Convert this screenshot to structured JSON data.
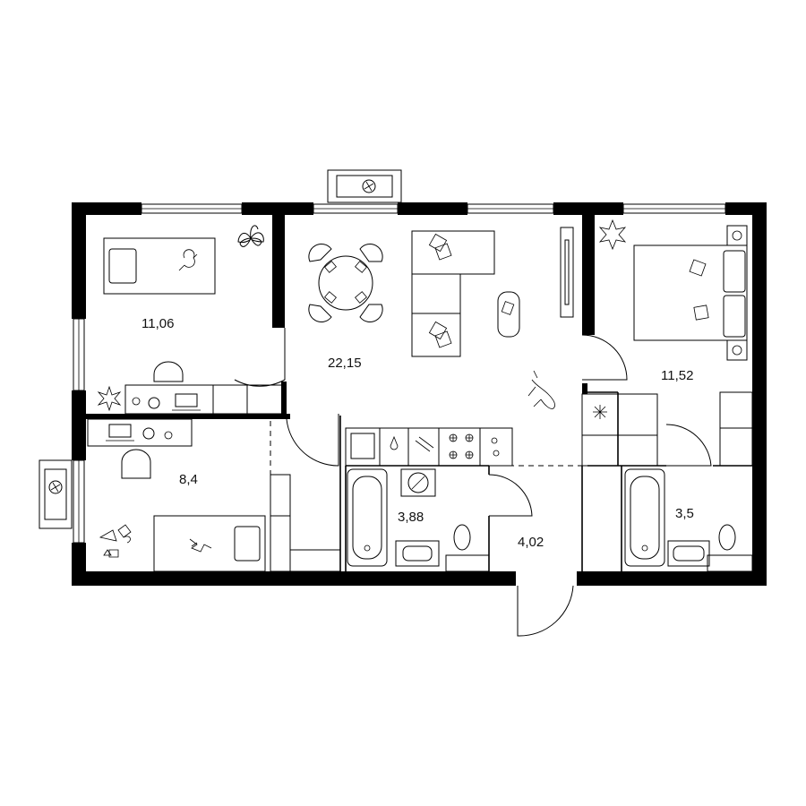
{
  "plan": {
    "rooms": [
      {
        "id": "bedroom-left",
        "area": "11,06"
      },
      {
        "id": "living-kitchen",
        "area": "22,15"
      },
      {
        "id": "bedroom-right",
        "area": "11,52"
      },
      {
        "id": "kids-room",
        "area": "8,4"
      },
      {
        "id": "bathroom-center",
        "area": "3,88"
      },
      {
        "id": "hallway",
        "area": "4,02"
      },
      {
        "id": "bathroom-right",
        "area": "3,5"
      }
    ]
  }
}
